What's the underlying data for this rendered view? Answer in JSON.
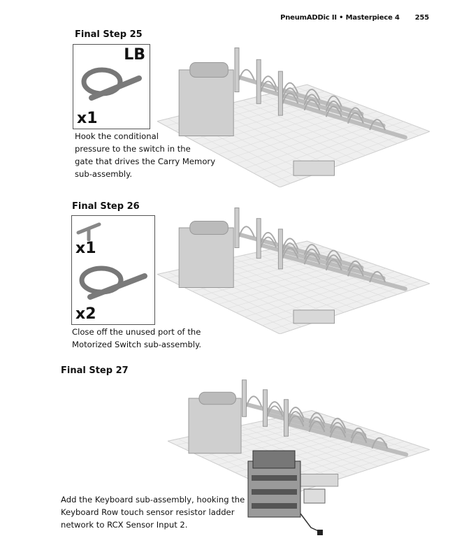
{
  "header": {
    "running_title": "PneumADDic II • Masterpiece 4",
    "page_number": "255"
  },
  "steps": [
    {
      "title": "Final Step 25",
      "parts": [
        {
          "icon": "tube-coil-icon",
          "qty": "x1"
        }
      ],
      "badge": "LB",
      "lines": [
        "Hook the conditional",
        "pressure to the switch in the",
        "gate that drives the Carry Memory",
        "sub-assembly."
      ]
    },
    {
      "title": "Final Step 26",
      "parts": [
        {
          "icon": "t-connector-icon",
          "qty": "x1"
        },
        {
          "icon": "tube-coil-icon",
          "qty": "x2"
        }
      ],
      "lines": [
        "Close off the unused port of the",
        "Motorized Switch sub-assembly."
      ]
    },
    {
      "title": "Final Step 27",
      "lines": [
        "Add the Keyboard sub-assembly, hooking the",
        "Keyboard Row touch sensor resistor ladder",
        "network to RCX Sensor Input 2."
      ]
    }
  ]
}
